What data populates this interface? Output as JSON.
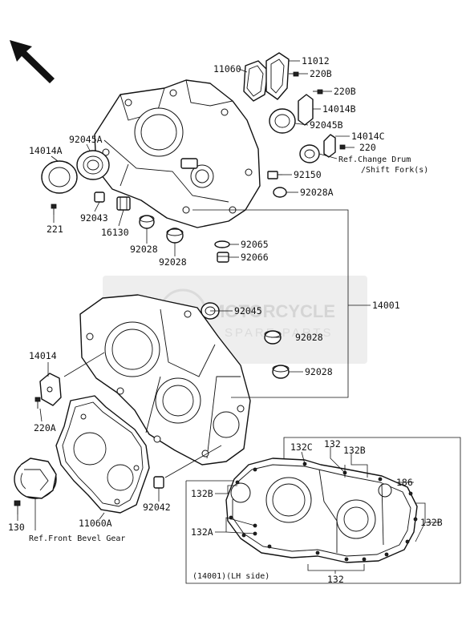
{
  "watermark": {
    "brand": "MOTORCYCLE",
    "sub": "SPARE PARTS"
  },
  "labels": {
    "p11060": "11060",
    "p11012": "11012",
    "p220B_1": "220B",
    "p220B_2": "220B",
    "p14014B": "14014B",
    "p92045B": "92045B",
    "p14014C": "14014C",
    "p220": "220",
    "ref_change_drum_1": "Ref.Change Drum",
    "ref_change_drum_2": "/Shift Fork(s)",
    "p92150": "92150",
    "p92028A": "92028A",
    "p14014A": "14014A",
    "p92045A": "92045A",
    "p92043": "92043",
    "p16130": "16130",
    "p221": "221",
    "p92028_top1": "92028",
    "p92028_top2": "92028",
    "p92065": "92065",
    "p92066": "92066",
    "p14001": "14001",
    "p92045": "92045",
    "p92028_mid1": "92028",
    "p92028_mid2": "92028",
    "p14014": "14014",
    "p220A": "220A",
    "p92042": "92042",
    "p130": "130",
    "p11060A": "11060A",
    "ref_front_bevel": "Ref.Front Bevel Gear",
    "inset_132C": "132C",
    "inset_132_top": "132",
    "inset_132B_top": "132B",
    "inset_186": "186",
    "inset_132B_left": "132B",
    "inset_132A": "132A",
    "inset_132B_right": "132B",
    "inset_132_bottom": "132",
    "inset_caption": "(14001)(LH side)"
  }
}
